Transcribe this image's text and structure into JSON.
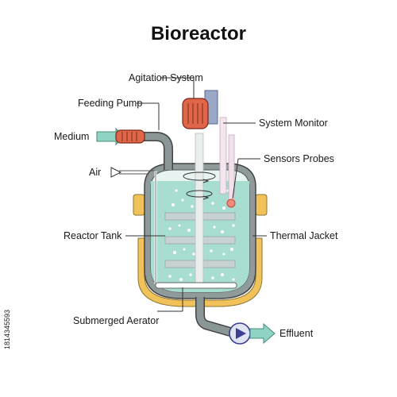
{
  "title": "Bioreactor",
  "labels": {
    "agitation_system": "Agitation System",
    "feeding_pump": "Feeding Pump",
    "medium": "Medium",
    "system_monitor": "System Monitor",
    "sensors_probes": "Sensors Probes",
    "air": "Air",
    "reactor_tank": "Reactor Tank",
    "thermal_jacket": "Thermal Jacket",
    "submerged_aerator": "Submerged Aerator",
    "effluent": "Effluent"
  },
  "stock_id": "1814345593",
  "colors": {
    "liquid": "#a8ddd2",
    "tank_steel": "#8f9a9a",
    "tank_outline": "#444444",
    "jacket": "#f2c25a",
    "motor": "#e0664a",
    "pipe": "#8b9696",
    "arrow_green": "#8fd3c4",
    "pump_body": "#dfe3f2",
    "pump_accent": "#3a3f8f"
  }
}
